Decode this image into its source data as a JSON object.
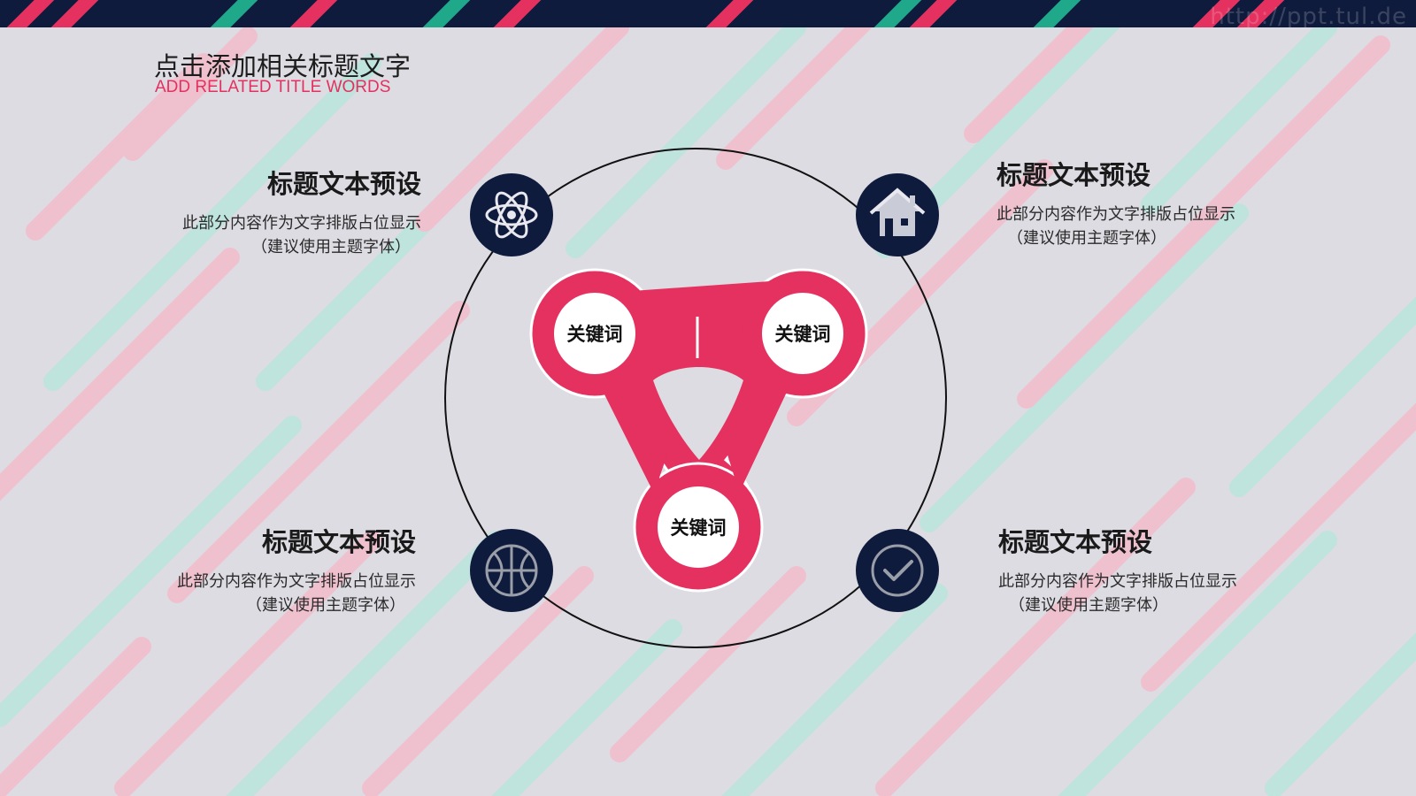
{
  "slide": {
    "title": "点击添加相关标题文字",
    "subtitle": "ADD RELATED TITLE WORDS",
    "watermark": "http://ppt.tul.de"
  },
  "items": [
    {
      "id": "top-left",
      "heading": "标题文本预设",
      "line1": "此部分内容作为文字排版占位显示",
      "line2": "（建议使用主题字体）",
      "icon": "atom-icon"
    },
    {
      "id": "top-right",
      "heading": "标题文本预设",
      "line1": "此部分内容作为文字排版占位显示",
      "line2": "（建议使用主题字体）",
      "icon": "house-icon"
    },
    {
      "id": "bottom-left",
      "heading": "标题文本预设",
      "line1": "此部分内容作为文字排版占位显示",
      "line2": "（建议使用主题字体）",
      "icon": "basketball-icon"
    },
    {
      "id": "bottom-right",
      "heading": "标题文本预设",
      "line1": "此部分内容作为文字排版占位显示",
      "line2": "（建议使用主题字体）",
      "icon": "checkmark-icon"
    }
  ],
  "keywords": [
    "关键词",
    "关键词",
    "关键词"
  ],
  "colors": {
    "accent": "#e5315f",
    "navy": "#0f1b3d",
    "background": "#dcdce2",
    "stripe_pink": "#f6b8c8",
    "stripe_mint": "#b6e6dc",
    "stripe_teal": "#1fa88a"
  }
}
